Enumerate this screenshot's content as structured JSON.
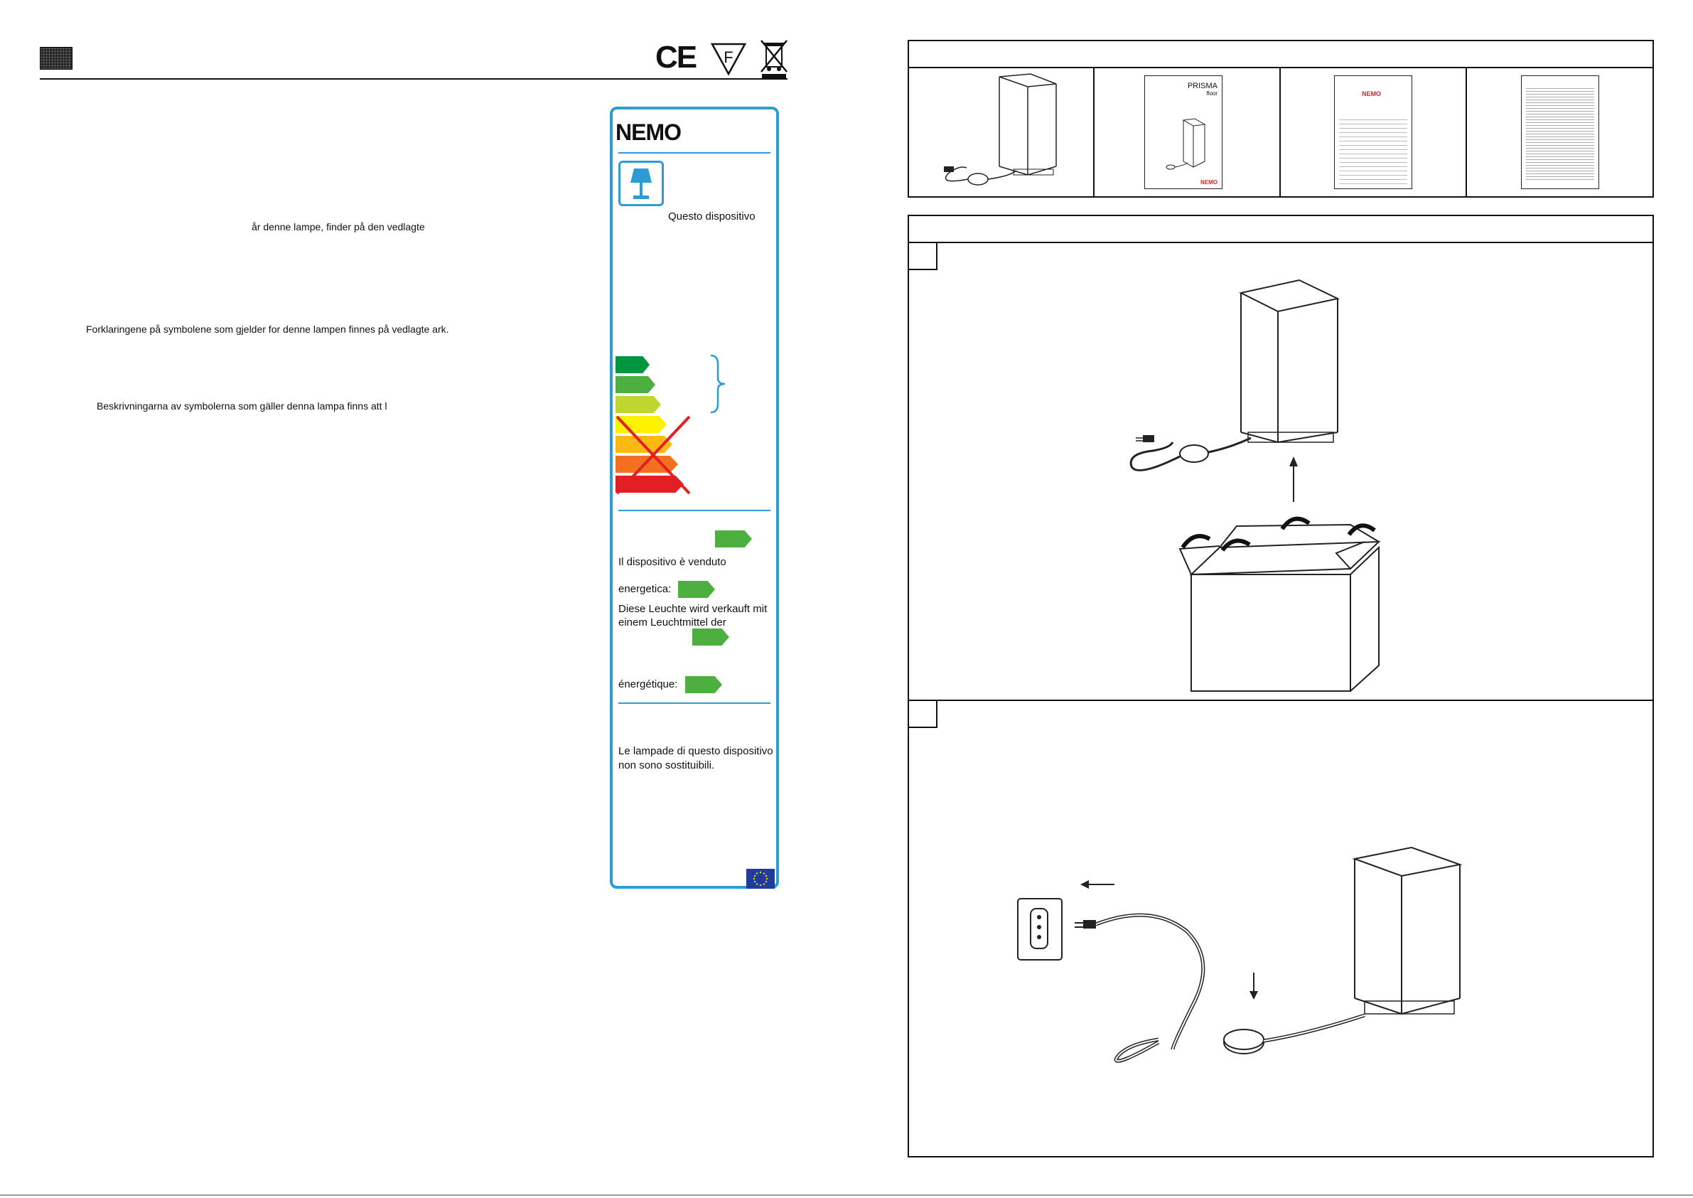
{
  "left_page": {
    "texts": {
      "danish": "år denne lampe, finder på den vedlagte",
      "norwegian": "Forklaringene på symbolene som gjelder for denne lampen finnes på vedlagte ark.",
      "swedish": "Beskrivningarna av symbolerna som gäller denna lampa finns att l"
    },
    "header_symbols": [
      "CE",
      "F"
    ]
  },
  "energy_label": {
    "brand": "NEMO",
    "device_text": "Questo dispositivo",
    "sold_text": "Il dispositivo è venduto",
    "energetica": "energetica:",
    "de_line1": "Diese Leuchte wird verkauft mit",
    "de_line2": "einem Leuchtmittel der",
    "energetique": "énergétique:",
    "replace_line1": "Le lampade di questo dispositivo",
    "replace_line2": "non sono sostituibili.",
    "bar_colors": [
      "#00963f",
      "#4caf3f",
      "#bed62f",
      "#fff200",
      "#fdb913",
      "#f37021",
      "#e31e24"
    ],
    "accent": "#2f9bd4"
  },
  "thumbnails": {
    "leaflet_title": "PRISMA",
    "leaflet_sub": "floor",
    "leaflet_brand": "NEMO",
    "sheet_brand": "NEMO"
  }
}
